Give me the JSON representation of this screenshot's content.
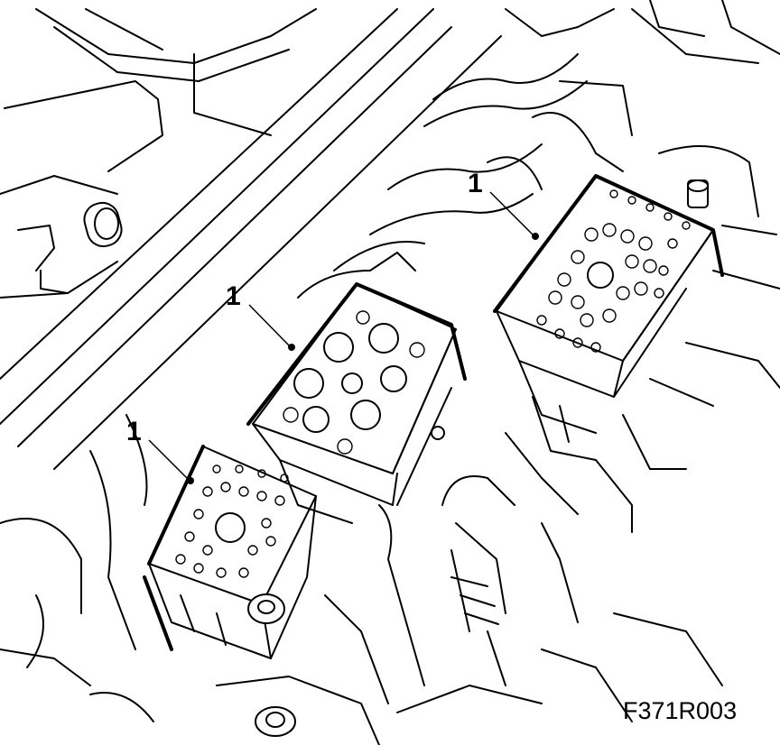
{
  "figure_code": "F371R003",
  "callouts": [
    {
      "label": "1",
      "target": "connector-3"
    },
    {
      "label": "1",
      "target": "connector-2"
    },
    {
      "label": "1",
      "target": "connector-1"
    }
  ]
}
